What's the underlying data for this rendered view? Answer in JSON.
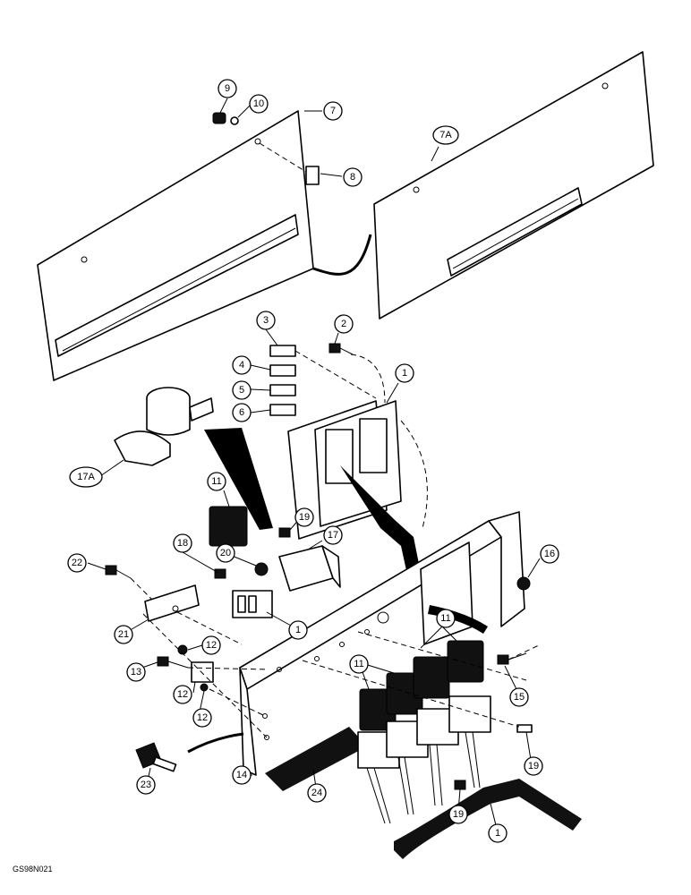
{
  "figure_code": "GS98N021",
  "callouts": [
    "1",
    "2",
    "3",
    "4",
    "5",
    "6",
    "7",
    "7A",
    "8",
    "9",
    "10",
    "11",
    "12",
    "13",
    "14",
    "15",
    "16",
    "17",
    "17A",
    "18",
    "19",
    "20",
    "21",
    "22",
    "23",
    "24"
  ]
}
